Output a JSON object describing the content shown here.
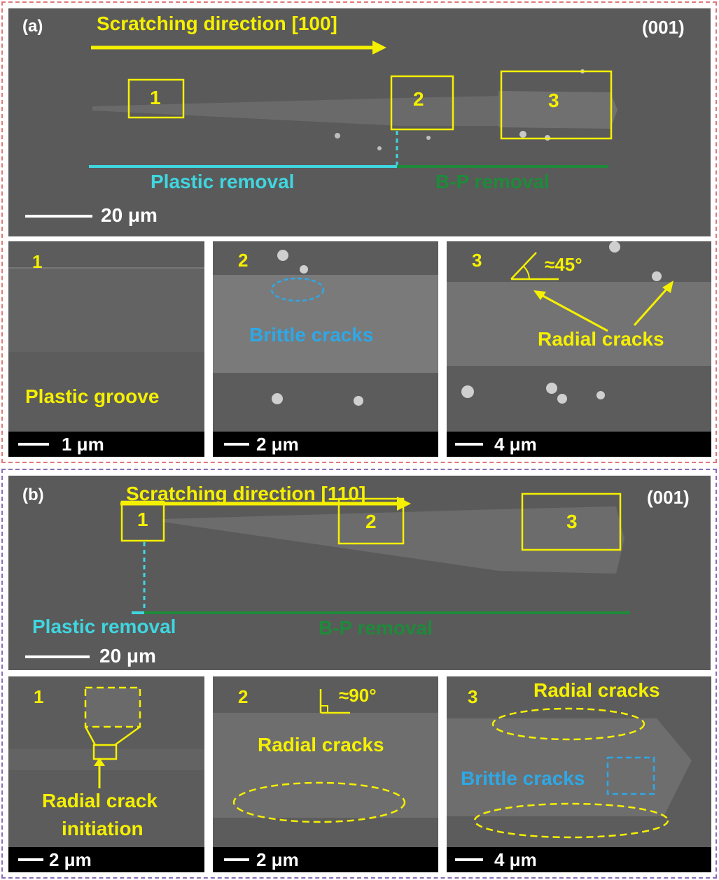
{
  "panel_a": {
    "label": "(a)",
    "title": "Scratching direction [100]",
    "orientation": "(001)",
    "box_labels": [
      "1",
      "2",
      "3"
    ],
    "region_left": "Plastic removal",
    "region_right": "B-P removal",
    "scale": "20 μm",
    "sub": [
      {
        "num": "1",
        "caption": "Plastic groove",
        "scale": "1 μm"
      },
      {
        "num": "2",
        "caption": "Brittle cracks",
        "scale": "2 μm"
      },
      {
        "num": "3",
        "caption": "Radial cracks",
        "angle": "≈45°",
        "scale": "4 μm"
      }
    ]
  },
  "panel_b": {
    "label": "(b)",
    "title": "Scratching direction [110]",
    "orientation": "(001)",
    "box_labels": [
      "1",
      "2",
      "3"
    ],
    "region_left": "Plastic removal",
    "region_right": "B-P removal",
    "scale": "20 μm",
    "sub": [
      {
        "num": "1",
        "caption_line1": "Radial crack",
        "caption_line2": "initiation",
        "scale": "2 μm"
      },
      {
        "num": "2",
        "caption": "Radial cracks",
        "angle": "≈90°",
        "scale": "2 μm"
      },
      {
        "num": "3",
        "caption_top": "Radial cracks",
        "caption_mid": "Brittle cracks",
        "scale": "4 μm"
      }
    ]
  },
  "colors": {
    "label": "#f5f000",
    "plastic": "#3fd6e0",
    "bp": "#1e8a3a",
    "brittle": "#2ea8e6",
    "frame_a": "#e07a7a",
    "frame_b": "#8a6fb8"
  }
}
